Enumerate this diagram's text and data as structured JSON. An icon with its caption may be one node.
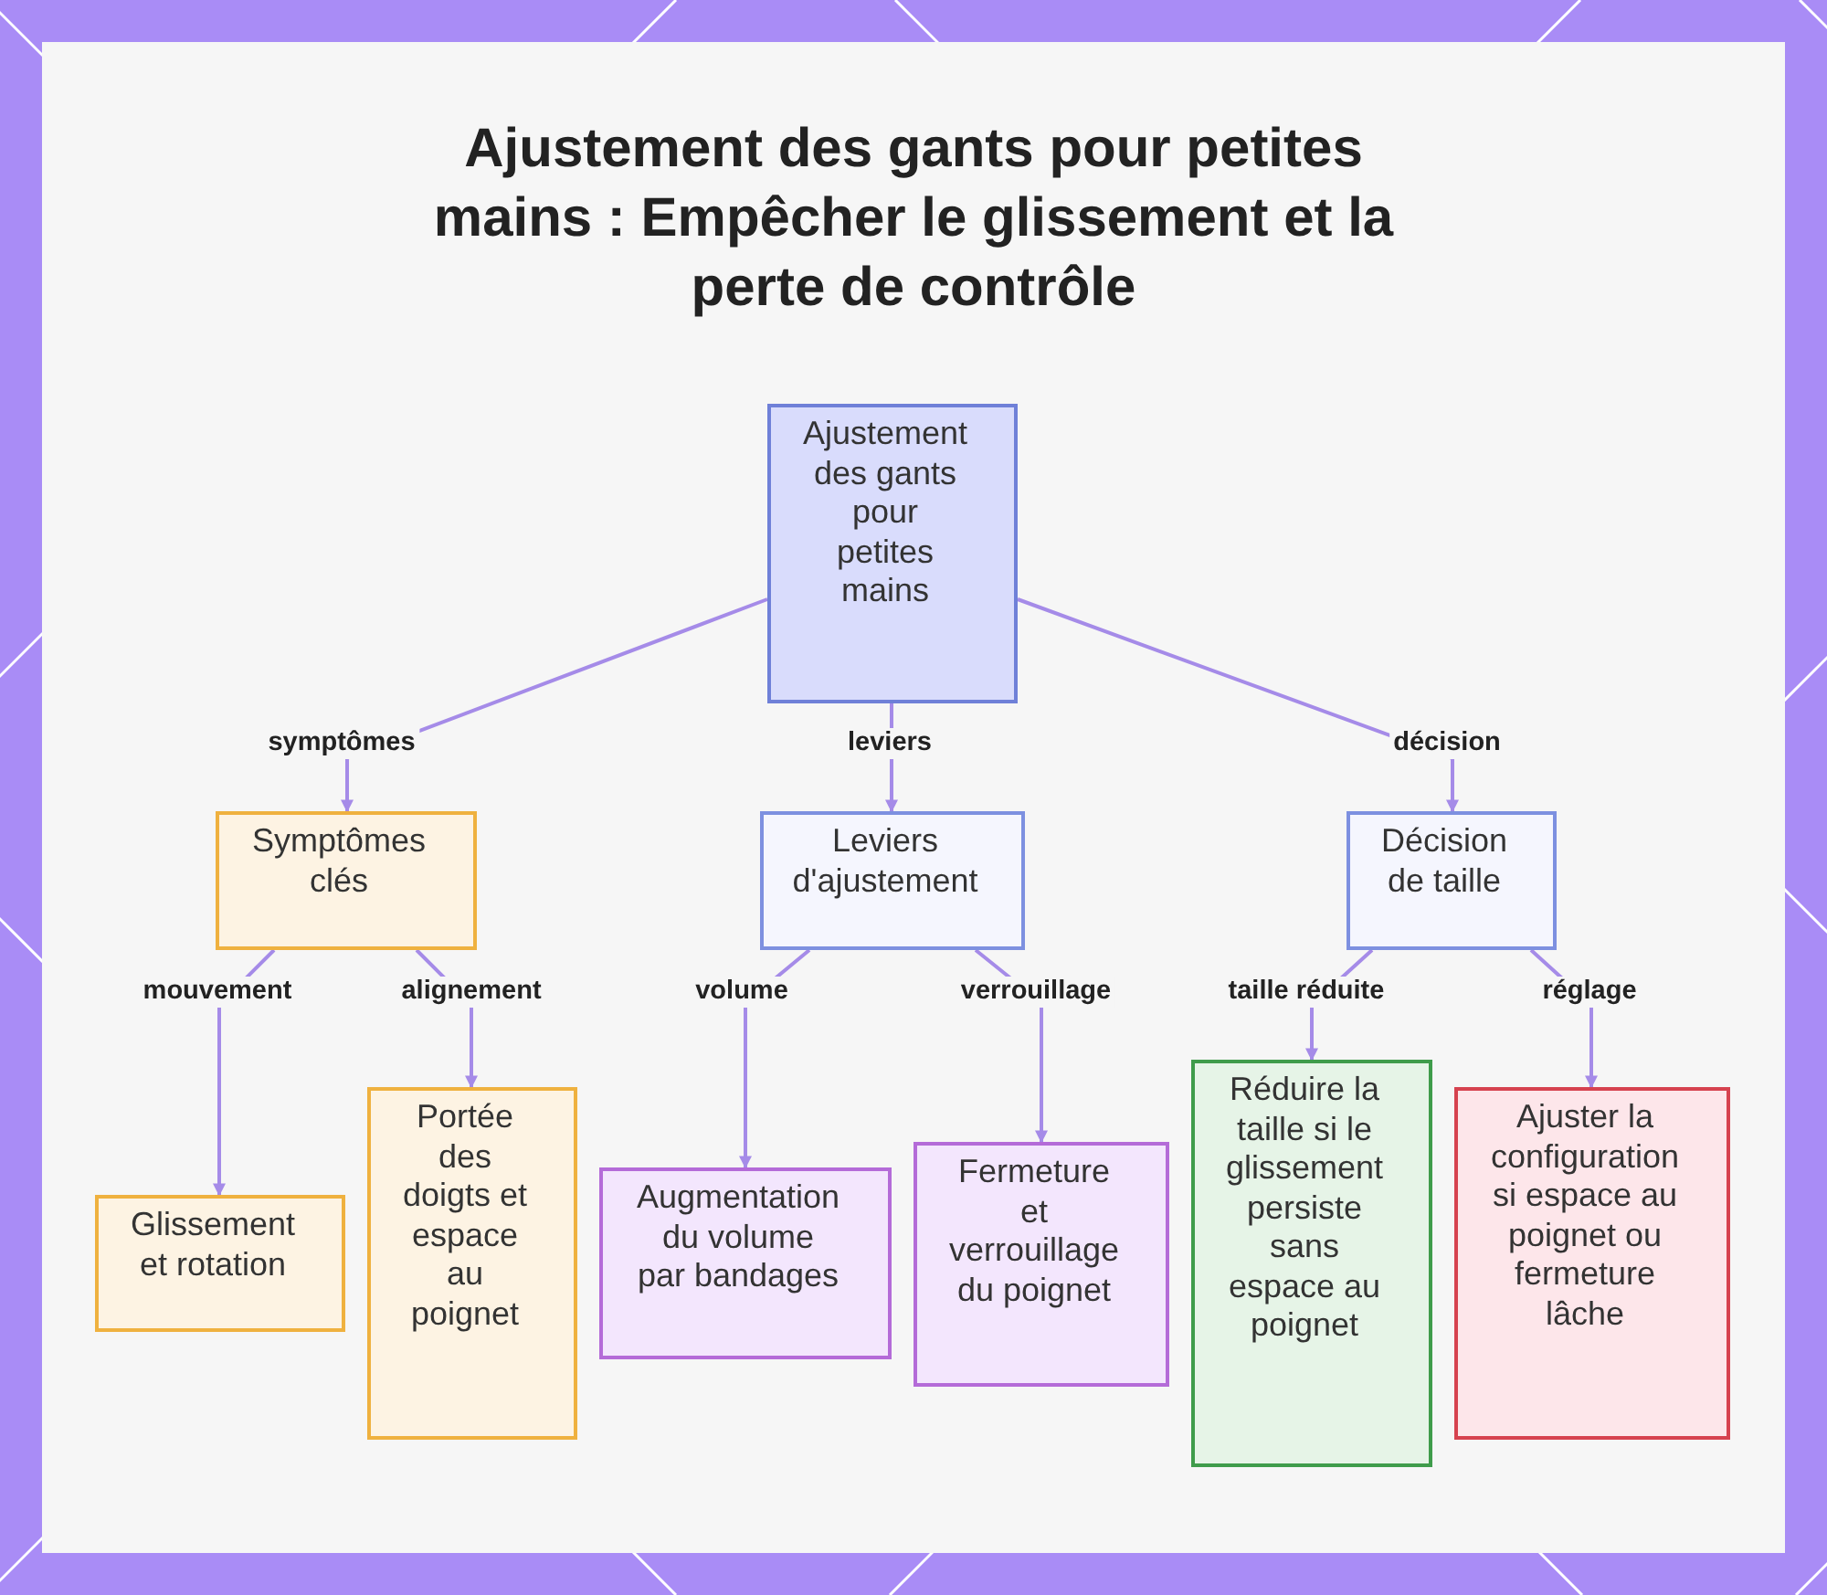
{
  "diagram": {
    "title": "Ajustement des gants pour petites mains : Empêcher le glissement et la perte de contrôle",
    "nodes": [
      {
        "text": [
          "Ajustement des gants pour petites mains"
        ]
      },
      {
        "text": [
          "Symptômes clés"
        ]
      },
      {
        "text": [
          "Leviers d'ajustement"
        ]
      },
      {
        "text": [
          "Décision de taille"
        ]
      },
      {
        "text": [
          "Glissement et rotation"
        ]
      },
      {
        "text": [
          "Portée des doigts et espace au poignet"
        ]
      },
      {
        "text": [
          "Augmentation du volume par bandages"
        ]
      },
      {
        "text": [
          "Fermeture et verrouillage du poignet"
        ]
      },
      {
        "text": [
          "Réduire la taille si le glissement persiste sans espace au poignet"
        ]
      },
      {
        "text": [
          "Ajuster la configuration si espace au poignet ou fermeture lâche"
        ]
      }
    ],
    "edges": [
      {
        "from": 0,
        "to": 1,
        "arrow": "to",
        "label": "symptômes"
      },
      {
        "from": 0,
        "to": 2,
        "arrow": "to",
        "label": "leviers"
      },
      {
        "from": 0,
        "to": 3,
        "arrow": "to",
        "label": "décision"
      },
      {
        "from": 1,
        "to": 4,
        "arrow": "to",
        "label": "mouvement"
      },
      {
        "from": 1,
        "to": 5,
        "arrow": "to",
        "label": "alignement"
      },
      {
        "from": 2,
        "to": 6,
        "arrow": "to",
        "label": "volume"
      },
      {
        "from": 2,
        "to": 7,
        "arrow": "to",
        "label": "verrouillage"
      },
      {
        "from": 3,
        "to": 8,
        "arrow": "to",
        "label": "taille réduite"
      },
      {
        "from": 3,
        "to": 9,
        "arrow": "to",
        "label": "réglage"
      }
    ]
  }
}
